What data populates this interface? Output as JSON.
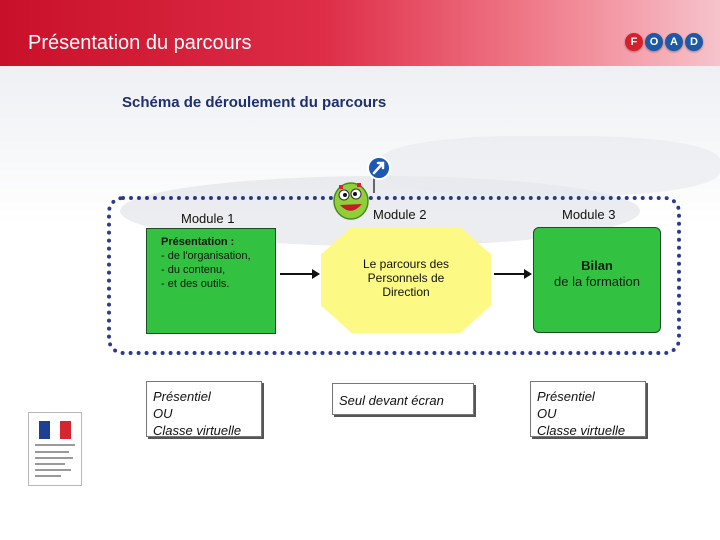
{
  "header": {
    "title": "Présentation du parcours",
    "brand_letters": [
      "F",
      "O",
      "A",
      "D"
    ],
    "brand_colors": [
      "#d61f2c",
      "#1c5aa8",
      "#1c5aa8",
      "#1c5aa8"
    ]
  },
  "subtitle": "Schéma de déroulement du parcours",
  "modules": [
    {
      "label": "Module 1",
      "title": "Présentation :",
      "lines": [
        "- de l'organisation,",
        "- du contenu,",
        "- et des outils."
      ],
      "mode": [
        "Présentiel",
        "OU",
        "Classe virtuelle"
      ]
    },
    {
      "label": "Module 2",
      "lines": [
        "Le parcours des",
        "Personnels de",
        "Direction"
      ],
      "mode": [
        "Seul devant écran"
      ]
    },
    {
      "label": "Module 3",
      "title": "Bilan",
      "lines": [
        "de la formation"
      ],
      "mode": [
        "Présentiel",
        "OU",
        "Classe virtuelle"
      ]
    }
  ],
  "colors": {
    "header_red": "#c9102a",
    "module_green": "#33c142",
    "module_yellow": "#fdf985",
    "frame_blue": "#2c3a8c",
    "subtitle_blue": "#1e2f6e"
  },
  "icons": [
    "ministry-logo",
    "mascot-character",
    "arrow-sign-icon"
  ]
}
